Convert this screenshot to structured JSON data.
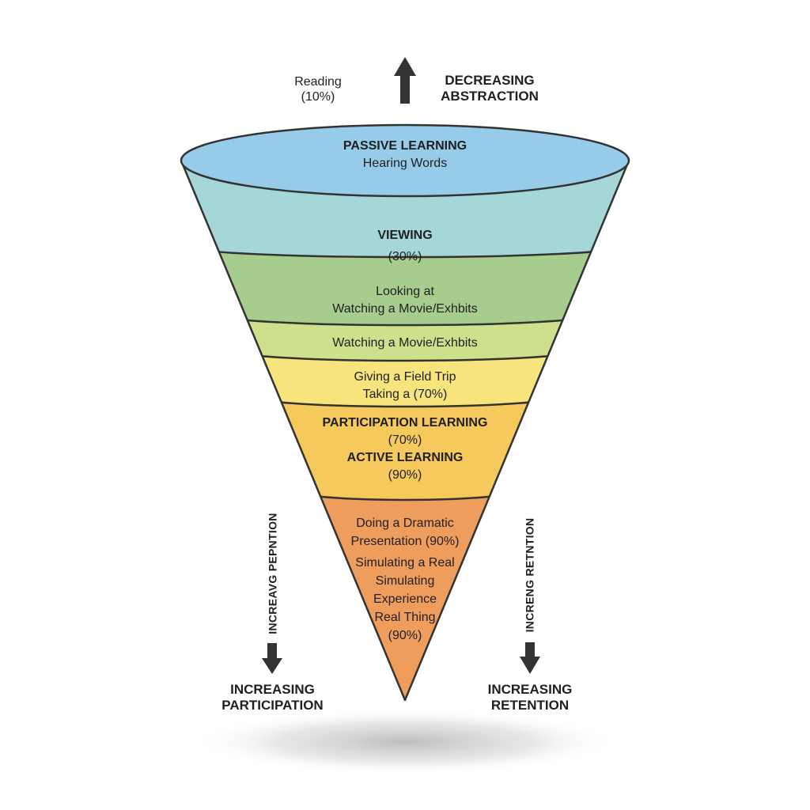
{
  "top": {
    "reading_label": "Reading",
    "reading_pct": "(10%)",
    "abstraction_line1": "DECREASING",
    "abstraction_line2": "ABSTRACTION",
    "arrow_icon": "arrow-up-icon"
  },
  "cone": {
    "colors": {
      "top_ellipse": "#97cbea",
      "viewing": "#a5d6d8",
      "looking": "#a6cd8d",
      "watching": "#cfe08c",
      "field_trip": "#f7e47c",
      "participation": "#f6c95c",
      "doing": "#ef9d5c",
      "outline": "#333333"
    },
    "bands": [
      {
        "id": "passive",
        "lines": [
          "PASSIVE LEARNING",
          "Hearing Words"
        ]
      },
      {
        "id": "viewing",
        "lines": [
          "VIEWING",
          "(30%)"
        ]
      },
      {
        "id": "looking",
        "lines": [
          "Looking at",
          "Watching a Movie/Exhbits"
        ]
      },
      {
        "id": "watching",
        "lines": [
          "Watching a Movie/Exhbits"
        ]
      },
      {
        "id": "field_trip",
        "lines": [
          "Giving a Field Trip",
          "Taking a (70%)"
        ]
      },
      {
        "id": "participation",
        "lines": [
          "PARTICIPATION LEARNING",
          "(70%)",
          "ACTIVE LEARNING",
          "(90%)"
        ]
      },
      {
        "id": "doing",
        "lines": [
          "Doing a Dramatic",
          "Presentation (90%)",
          "Simulating a Real",
          "Simulating",
          "Experience",
          "Real Thing",
          "(90%)"
        ]
      }
    ]
  },
  "left_axis": {
    "vertical_label": "INCREAVG PEPNTION",
    "bottom_line1": "INCREASING",
    "bottom_line2": "PARTICIPATION",
    "arrow_icon": "arrow-down-icon"
  },
  "right_axis": {
    "vertical_label": "INCRENG RETNTION",
    "bottom_line1": "INCREASING",
    "bottom_line2": "RETENTION",
    "arrow_icon": "arrow-down-icon"
  }
}
